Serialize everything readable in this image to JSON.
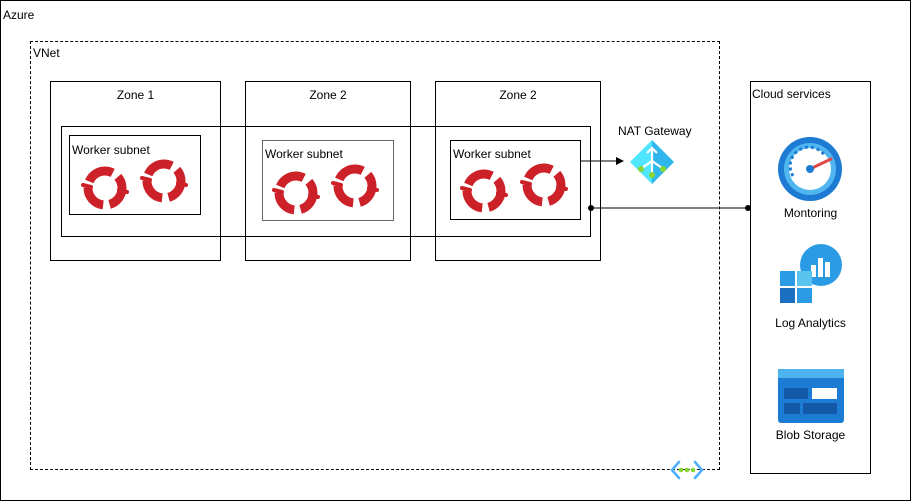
{
  "azure": {
    "label": "Azure"
  },
  "vnet": {
    "label": "VNet"
  },
  "zones": [
    {
      "label": "Zone 1"
    },
    {
      "label": "Zone 2"
    },
    {
      "label": "Zone 2"
    }
  ],
  "subnets": [
    {
      "label": "Worker subnet"
    },
    {
      "label": "Worker subnet"
    },
    {
      "label": "Worker subnet"
    }
  ],
  "nat_gateway": {
    "label": "NAT Gateway",
    "icon": "nat-gateway-icon"
  },
  "cloud_services": {
    "label": "Cloud services",
    "items": [
      {
        "label": "Montoring",
        "icon": "monitoring-gauge-icon"
      },
      {
        "label": "Log Analytics",
        "icon": "log-analytics-icon"
      },
      {
        "label": "Blob Storage",
        "icon": "blob-storage-icon"
      }
    ]
  },
  "colors": {
    "openshift_red": "#cc2128",
    "azure_blue": "#0078d4",
    "light_blue": "#50e6ff"
  }
}
